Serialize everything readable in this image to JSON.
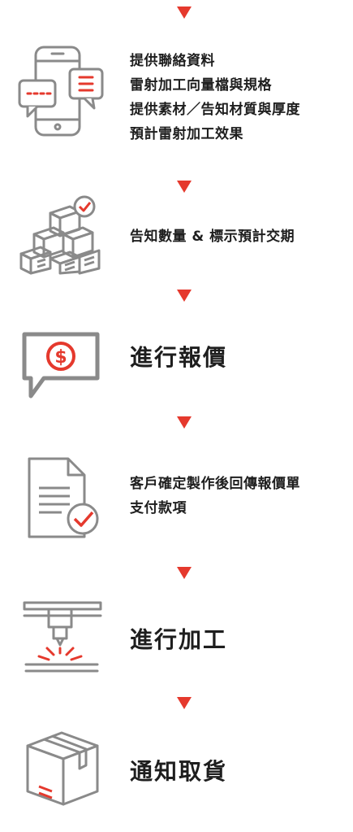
{
  "colors": {
    "accent": "#e5392d",
    "icon_stroke": "#8a8a8a",
    "text": "#1e1e1e"
  },
  "steps": [
    {
      "icon": "phone-chat-icon",
      "lines": [
        "提供聯絡資料",
        "雷射加工向量檔與規格",
        "提供素材／告知材質與厚度",
        "預計雷射加工效果"
      ]
    },
    {
      "icon": "boxes-check-icon",
      "lines": [
        "告知數量 & 標示預計交期"
      ]
    },
    {
      "icon": "price-quote-icon",
      "title": "進行報價"
    },
    {
      "icon": "document-check-icon",
      "lines": [
        "客戶確定製作後回傳報價單",
        "支付款項"
      ]
    },
    {
      "icon": "laser-machine-icon",
      "title": "進行加工"
    },
    {
      "icon": "package-box-icon",
      "title": "通知取貨"
    }
  ]
}
